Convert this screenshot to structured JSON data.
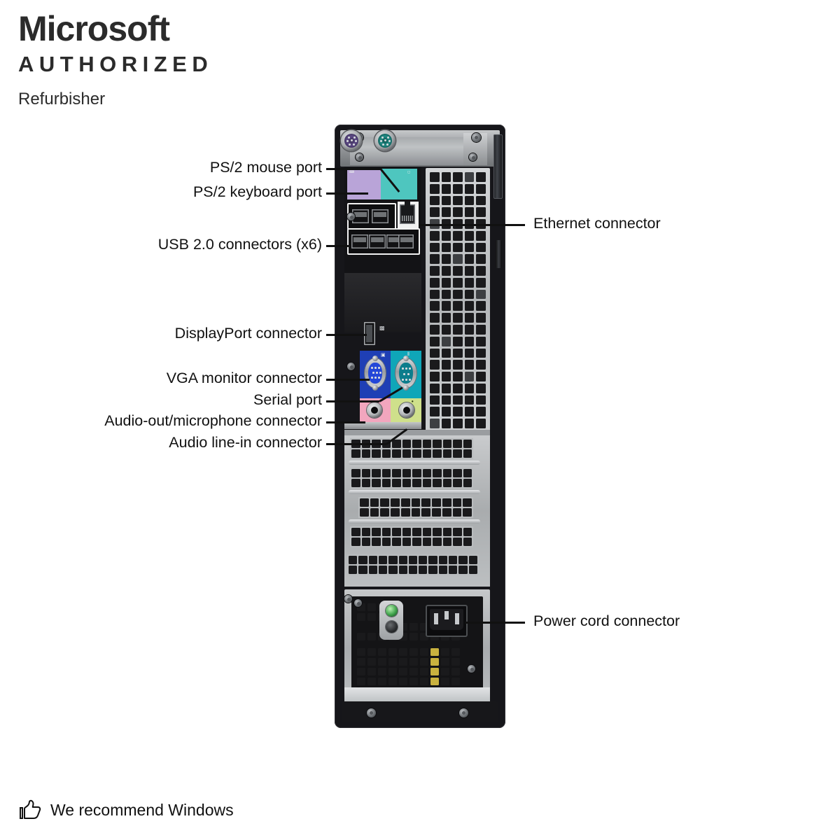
{
  "header": {
    "title": "Microsoft",
    "subtitle": "AUTHORIZED",
    "third_line": "Refurbisher"
  },
  "footer": {
    "icon": "thumbs-up-icon",
    "text": "We recommend Windows"
  },
  "diagram": {
    "subject": "Desktop computer rear panel (back I/O view)",
    "callouts": [
      {
        "id": "ps2-mouse",
        "label": "PS/2 mouse port",
        "side": "left"
      },
      {
        "id": "ps2-keyboard",
        "label": "PS/2 keyboard port",
        "side": "left"
      },
      {
        "id": "usb",
        "label": "USB 2.0 connectors (x6)",
        "side": "left"
      },
      {
        "id": "displayport",
        "label": "DisplayPort connector",
        "side": "left"
      },
      {
        "id": "vga",
        "label": "VGA monitor connector",
        "side": "left"
      },
      {
        "id": "serial",
        "label": "Serial port",
        "side": "left"
      },
      {
        "id": "audio-out-mic",
        "label": "Audio-out/microphone connector",
        "side": "left"
      },
      {
        "id": "audio-line-in",
        "label": "Audio line-in connector",
        "side": "left"
      },
      {
        "id": "ethernet",
        "label": "Ethernet connector",
        "side": "right"
      },
      {
        "id": "power-cord",
        "label": "Power cord connector",
        "side": "right"
      }
    ],
    "port_colors": {
      "ps2_keyboard": "#b9a4d8",
      "ps2_mouse": "#4ec6bf",
      "vga": "#1f3fb5",
      "serial": "#0fa6b8",
      "audio_out_microphone": "#f2a6be",
      "audio_line_in": "#cfe08b",
      "chassis": "#16161a",
      "metal": "#bfc2c4",
      "psu_led": "#3ea24a"
    }
  }
}
